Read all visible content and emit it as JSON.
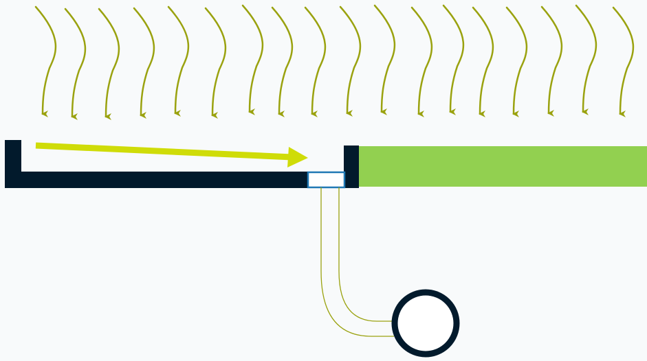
{
  "colors": {
    "background": "#f8fafb",
    "rain_arrow": "#9aa20f",
    "flow_arrow": "#cfdc08",
    "gutter": "#021a2c",
    "drain_outline": "#1f78b4",
    "green_roof": "#92d050",
    "pipe": "#9aa20f",
    "tank": "#021a2c"
  },
  "icons": {
    "rain": "wavy-down-arrow",
    "flow": "straight-right-arrow",
    "tank": "circle-outline"
  },
  "rain_arrow_count": 18
}
